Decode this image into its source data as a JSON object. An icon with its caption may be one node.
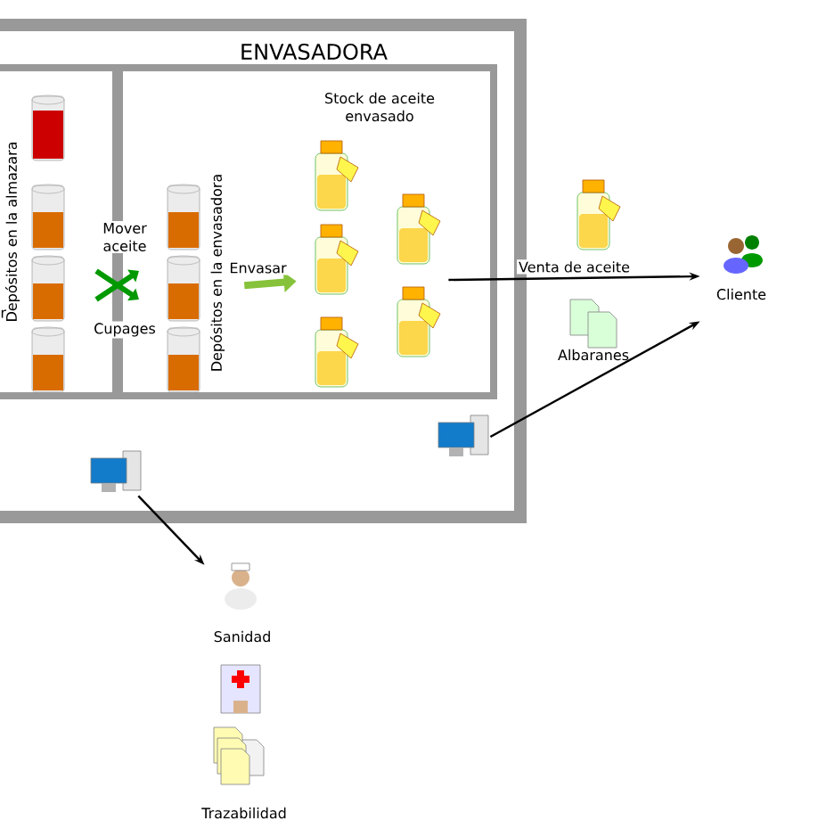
{
  "diagram": {
    "nodes": [
      {
        "text": [
          "ENVASADORA"
        ]
      },
      {
        "text": [
          "Depósitos en la almazara"
        ],
        "in": 0
      },
      {
        "text": [
          "Depósitos en la envasadora"
        ],
        "in": 0
      },
      {
        "text": [
          "Mover aceite",
          "Cupages"
        ],
        "in": 0
      },
      {
        "text": [],
        "shape": "cylinder",
        "in": 2
      },
      {
        "text": [
          "Stock de aceite envasado"
        ],
        "in": 2
      },
      {
        "text": [
          "Albaranes"
        ]
      },
      {
        "text": [
          "Cliente"
        ]
      },
      {
        "text": [],
        "shape": "computer",
        "in": 0
      },
      {
        "text": [],
        "shape": "computer",
        "in": 0
      },
      {
        "text": [
          "Sanidad"
        ]
      },
      {
        "text": [
          "Trazabilidad"
        ]
      }
    ],
    "edges": [
      {
        "from": 4,
        "to": 5,
        "arrow": "to",
        "label": "Envasar",
        "style": "thick",
        "color": "#86c23a"
      },
      {
        "from": 5,
        "to": 7,
        "arrow": "to",
        "label": "Venta de aceite"
      },
      {
        "from": 8,
        "to": 7,
        "arrow": "to"
      },
      {
        "from": 9,
        "to": 10,
        "arrow": "to"
      }
    ],
    "labels": [
      "r"
    ]
  }
}
